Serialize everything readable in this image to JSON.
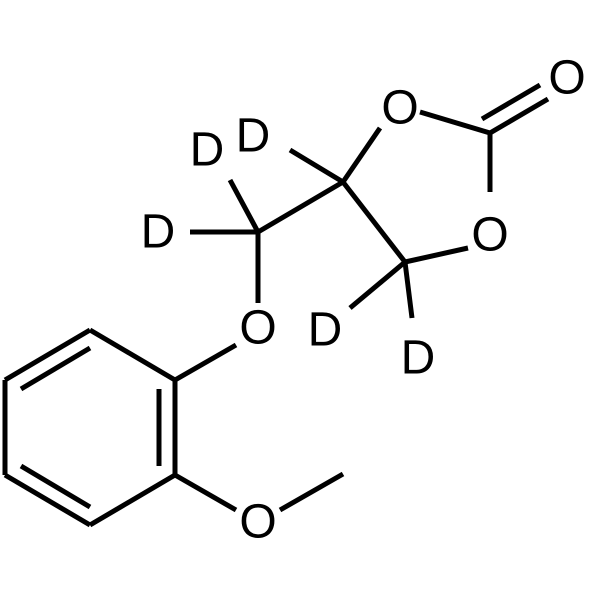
{
  "molecule": {
    "atoms": {
      "carbonyl_o": "O",
      "ring_o1": "O",
      "ring_o2": "O",
      "ether_o": "O",
      "methoxy_o": "O",
      "d1": "D",
      "d2": "D",
      "d3": "D",
      "d4": "D",
      "d5": "D"
    }
  },
  "colors": {
    "bond": "#000000",
    "background": "#ffffff"
  }
}
